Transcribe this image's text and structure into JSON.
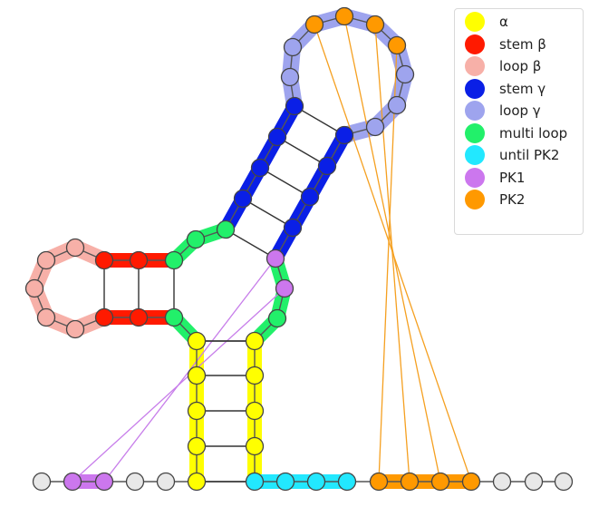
{
  "legend": {
    "items": [
      {
        "label": "α",
        "color": "#ffff00"
      },
      {
        "label": "stem β",
        "color": "#ff1a00"
      },
      {
        "label": "loop β",
        "color": "#f7b0a8"
      },
      {
        "label": "stem γ",
        "color": "#0a1fe6"
      },
      {
        "label": "loop γ",
        "color": "#9ea4ee"
      },
      {
        "label": "multi loop",
        "color": "#22f06a"
      },
      {
        "label": "until PK2",
        "color": "#22e8ff"
      },
      {
        "label": "PK1",
        "color": "#cc77ee"
      },
      {
        "label": "PK2",
        "color": "#ff9900"
      }
    ]
  },
  "colors": {
    "node_fill_default": "#e8e8e8",
    "node_stroke": "#444444",
    "bond": "#333333",
    "pk1_link": "#c77dea",
    "pk2_link": "#f5a020"
  }
}
